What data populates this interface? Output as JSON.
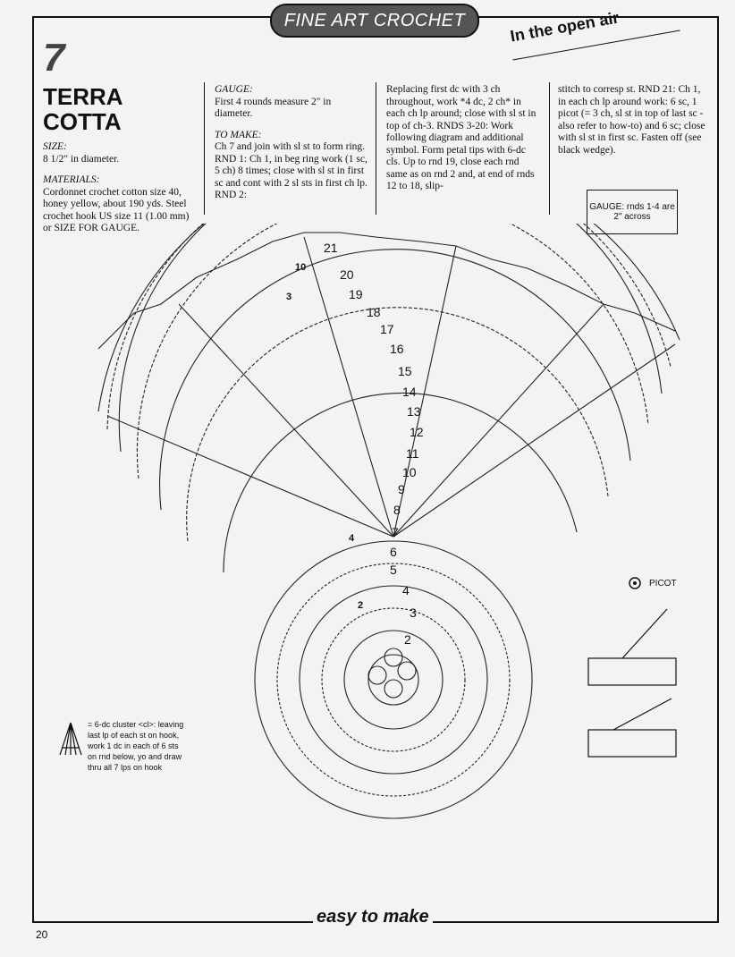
{
  "header": {
    "banner": "FINE ART CROCHET",
    "section": "In the open air"
  },
  "pattern": {
    "number": "7",
    "title_line1": "TERRA",
    "title_line2": "COTTA"
  },
  "size": {
    "label": "SIZE:",
    "text": "8 1/2\" in diameter."
  },
  "materials": {
    "label": "MATERIALS:",
    "text": "Cordonnet crochet cotton size 40, honey yellow, about 190 yds. Steel crochet hook US size 11 (1.00 mm) or SIZE FOR GAUGE."
  },
  "gauge": {
    "label": "GAUGE:",
    "text": "First 4 rounds measure 2\" in diameter."
  },
  "to_make": {
    "label": "TO MAKE:",
    "text1": "Ch 7 and join with sl st to form ring. RND 1: Ch 1, in beg ring work (1 sc, 5 ch) 8 times; close with sl st in first sc and cont with 2 sl sts in first ch lp. RND 2:",
    "text2": "Replacing first dc with 3 ch throughout, work *4 dc, 2 ch* in each ch lp around; close with sl st in top of ch-3. RNDS 3-20: Work following diagram and additional symbol. Form petal tips with 6-dc cls. Up to rnd 19, close each rnd same as on rnd 2 and, at end of rnds 12 to 18, slip-",
    "text3": "stitch to corresp st. RND 21: Ch 1, in each ch lp around work: 6 sc, 1 picot (= 3 ch, sl st in top of last sc - also refer to how-to) and 6 sc; close with sl st in first sc. Fasten off (see black wedge)."
  },
  "gauge_box": "GAUGE: rnds 1-4 are 2\" across",
  "legend": {
    "cluster": "= 6-dc cluster <cl>: leaving last lp of each st on hook, work 1 dc in each of 6 sts on rnd below, yo and draw thru all 7 lps on hook",
    "picot": "PICOT"
  },
  "diagram": {
    "round_labels": [
      "2",
      "3",
      "4",
      "5",
      "6",
      "7",
      "8",
      "9",
      "10",
      "11",
      "12",
      "13",
      "14",
      "15",
      "16",
      "17",
      "18",
      "19",
      "20",
      "21"
    ],
    "section_labels": [
      "2",
      "3",
      "4",
      "10"
    ]
  },
  "footer": {
    "mark": "easy to make",
    "page": "20"
  }
}
